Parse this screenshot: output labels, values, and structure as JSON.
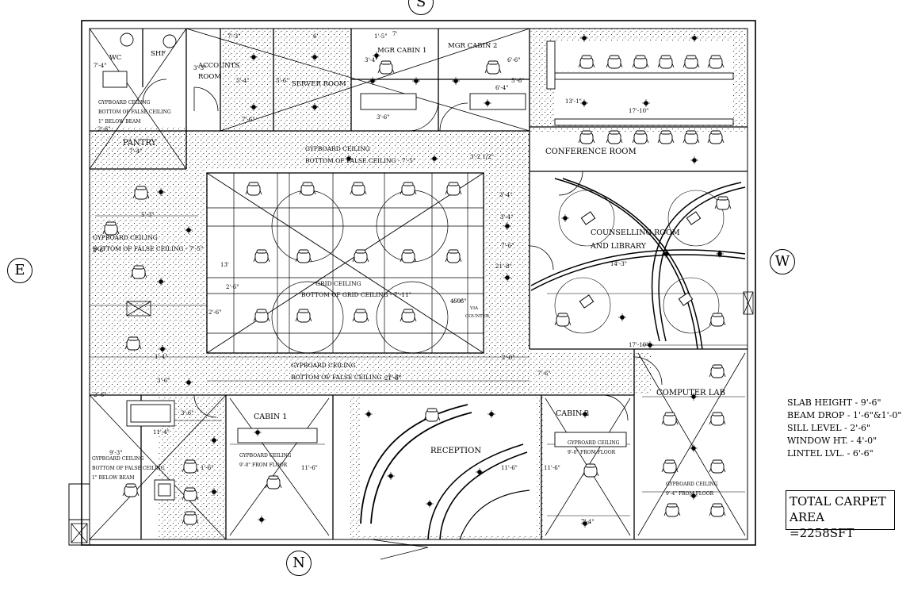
{
  "compass": {
    "north": "N",
    "south": "S",
    "east": "E",
    "west": "W"
  },
  "rooms": {
    "wc": "WC",
    "shf": "SHF",
    "accounts": "ACCOUNTS",
    "accounts2": "ROOM",
    "server": "SERVER ROOM",
    "mgr1": "MGR CABIN 1",
    "mgr2": "MGR CABIN 2",
    "pantry": "PANTRY",
    "conference": "CONFERENCE ROOM",
    "counselling1": "COUNSELLING ROOM",
    "counselling2": "AND LIBRARY",
    "computer_lab": "COMPUTER LAB",
    "cabin1": "CABIN 1",
    "cabin2": "CABIN 2",
    "reception": "RECEPTION"
  },
  "ceilings": {
    "gyp_top_1": "GYPBOARD CEILING",
    "gyp_top_2": "BOTTOM OF FALSE CEILING - 7'-5\"",
    "gyp_left_1": "GYPBOARD CEILING",
    "gyp_left_2": "BOTTOM OF FALSE CEILING - 7'-5\"",
    "grid_1": "GRID CEILING",
    "grid_2": "BOTTOM OF GRID CEILING - 7'-11\"",
    "gyp_bot_1": "GYPBOARD CEILING",
    "gyp_bot_2": "BOTTOM OF FALSE CEILING - 7'-5\"",
    "pantry_1": "GYPBOARD CEILING",
    "pantry_2": "BOTTOM OF FALSE CEILING",
    "pantry_3": "1\" BELOW BEAM",
    "sw_1": "GYPBOARD CEILING",
    "sw_2": "BOTTOM OF FALSE CEILING",
    "sw_3": "1\" BELOW BEAM",
    "cab1_1": "GYPBOARD CEILING",
    "cab1_2": "9'-0\" FROM FLOOR",
    "cab2_1": "GYPBOARD CEILING",
    "cab2_2": "9'-0\" FROM FLOOR",
    "lab_1": "GYPBOARD CEILING",
    "lab_2": "9'-4\" FROM FLOOR",
    "counter_1": "VIA",
    "counter_2": "COUNTER"
  },
  "dims": {
    "d1": "7'-3\"",
    "d2": "6'",
    "d3": "7'",
    "d4": "1'-5\"",
    "d5": "3'-4\"",
    "d6": "6'-6\"",
    "d7": "5'-6\"",
    "d8": "5'-4\"",
    "d9": "5'-6\"",
    "d10": "6'-4\"",
    "d11": "7'-4\"",
    "d12": "3'-6\"",
    "d13": "7'-6\"",
    "d14": "3'-2 1/2\"",
    "d15": "17'-10\"",
    "d16": "13'-1\"",
    "d17": "14'-3\"",
    "d18": "17'-10\"",
    "d19": "21'-8\"",
    "d20": "2'-6\"",
    "d21": "3'-4\"",
    "d22": "5'-3\"",
    "d23": "7'-4\"",
    "d24": "13'",
    "d25": "2'-6\"",
    "d26": "7'-6\"",
    "d27": "6'-6\"",
    "d28": "21'-6\"",
    "d29": "1'-4\"",
    "d30": "3'-6\"",
    "d31": "7'-6\"",
    "d32": "11'-4\"",
    "d33": "9'-3\"",
    "d34": "3'-6\"",
    "d35": "1'-6\"",
    "d36": "11'-6\"",
    "d37": "11'-6\"",
    "d38": "11'-6\"",
    "d39": "7'-4\"",
    "d40": "2'-6\"",
    "d41": "3'-4\"",
    "d42": "2'-6\"",
    "d43": "4'-0\"",
    "d44": "2'-6\"",
    "d45": "3'-3\"",
    "d46": "2'-6\""
  },
  "notes": [
    "SLAB HEIGHT - 9'-6\"",
    "BEAM DROP - 1'-6\"&1'-0\"",
    "SILL LEVEL - 2'-6\"",
    "WINDOW HT. - 4'-0\"",
    "LINTEL LVL. - 6'-6\""
  ],
  "carpet": {
    "line1": "TOTAL CARPET",
    "line2": "AREA =2258SFT"
  }
}
